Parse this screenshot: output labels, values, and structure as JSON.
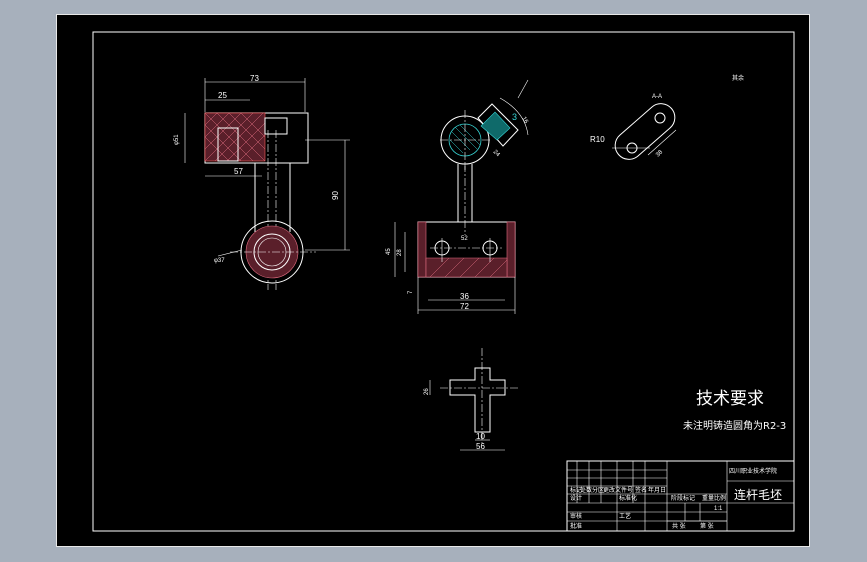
{
  "drawing": {
    "tech_title": "技术要求",
    "tech_note": "未注明铸造圆角为R2-3",
    "part_name": "连杆毛坯",
    "school": "四川职业技术学院"
  },
  "front_view": {
    "dim_top": "73",
    "dim_inner": "25",
    "dim_left": "φ51",
    "dim_bottom": "57",
    "dim_height": "90",
    "dim_hole": "φ37"
  },
  "side_view": {
    "dim_angle": "3",
    "dim_16": "16",
    "dim_24": "24",
    "dim_52": "52",
    "dim_45": "45",
    "dim_28": "28",
    "dim_36": "36",
    "dim_72": "72"
  },
  "aux_view": {
    "dim_r10": "R10",
    "dim_38": "38"
  },
  "section_view": {
    "dim_left": "26",
    "dim_10": "10",
    "dim_56": "56"
  },
  "title_block": {
    "scale": "1:1",
    "labels": [
      "标记",
      "处数",
      "分区",
      "更改文件号",
      "签名",
      "年月日",
      "设计",
      "标准化",
      "阶段标记",
      "重量",
      "比例",
      "审核",
      "工艺",
      "批准",
      "共 张",
      "第 张"
    ]
  }
}
